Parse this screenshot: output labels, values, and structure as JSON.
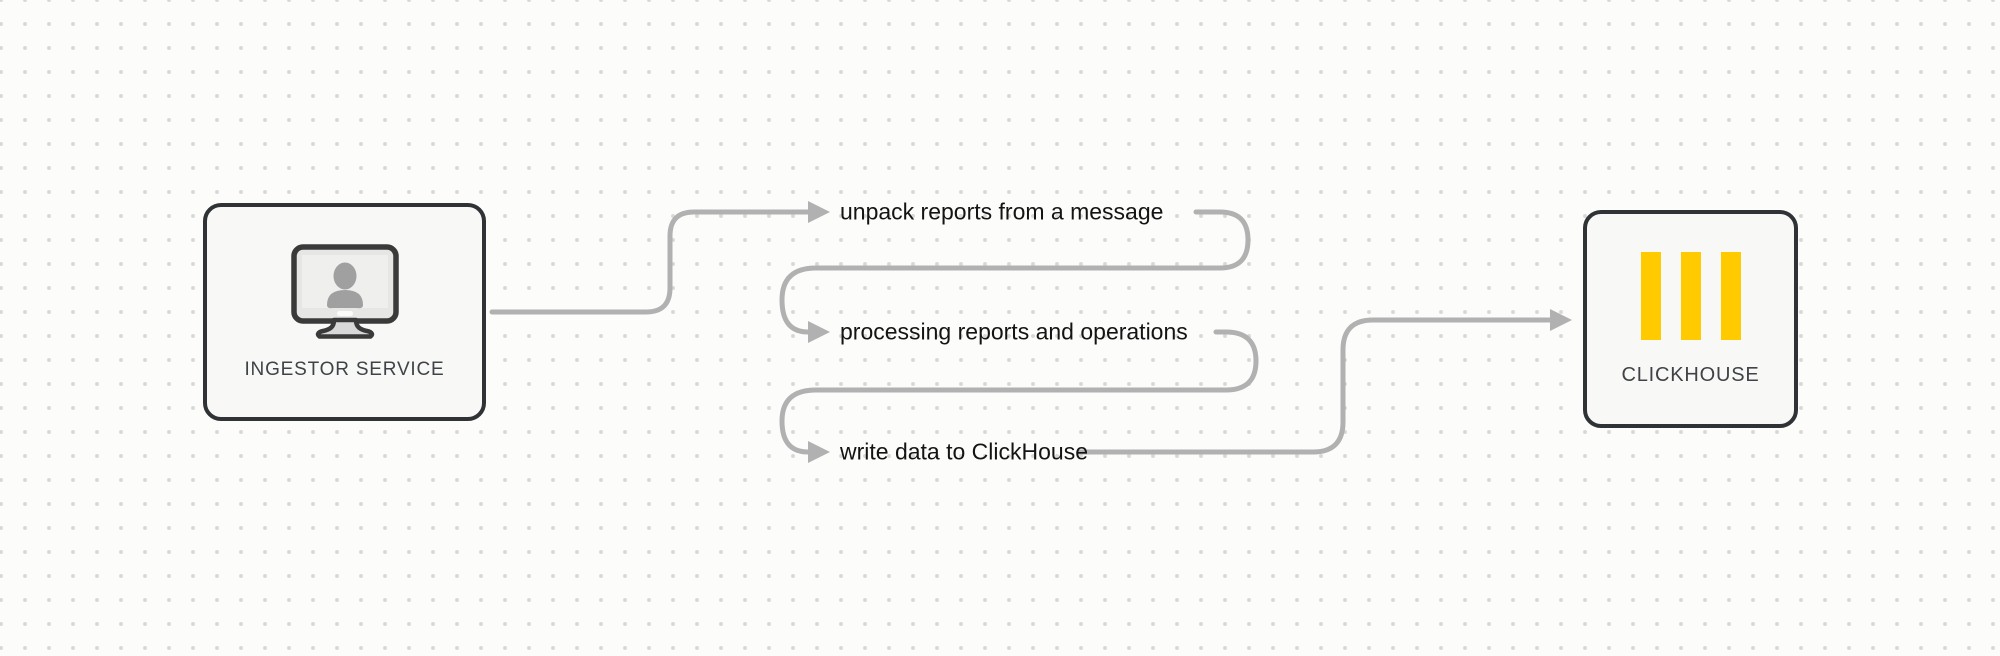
{
  "diagram": {
    "nodes": {
      "ingestor": {
        "label": "INGESTOR SERVICE",
        "icon": "monitor-user-icon"
      },
      "clickhouse": {
        "label": "CLICKHOUSE",
        "icon": "clickhouse-bars-icon"
      }
    },
    "steps": [
      {
        "label": "unpack reports from a message"
      },
      {
        "label": "processing reports and operations"
      },
      {
        "label": "write data to ClickHouse"
      }
    ]
  },
  "colors": {
    "background": "#fcfcfb",
    "dot": "#d8d8d5",
    "connector": "#b1b1b1",
    "node-border": "#303335",
    "node-fill": "#f8f8f7",
    "node-label": "#3f4347",
    "step-text": "#141414",
    "accent-yellow": "#ffca00"
  }
}
